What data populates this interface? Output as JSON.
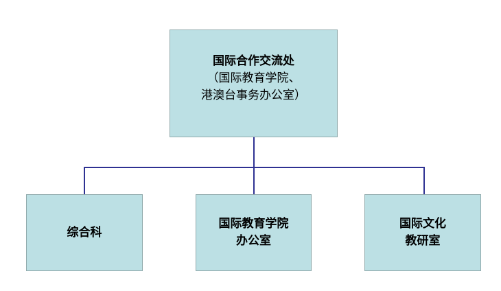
{
  "root": {
    "title": "国际合作交流处",
    "subtitle_line1": "（国际教育学院、",
    "subtitle_line2": "港澳台事务办公室）"
  },
  "children": [
    {
      "line1": "综合科"
    },
    {
      "line1": "国际教育学院",
      "line2": "办公室"
    },
    {
      "line1": "国际文化",
      "line2": "教研室"
    }
  ],
  "colors": {
    "box_fill": "#BCE0E4",
    "box_border": "#8FA9AB",
    "connector": "#2E3192"
  }
}
